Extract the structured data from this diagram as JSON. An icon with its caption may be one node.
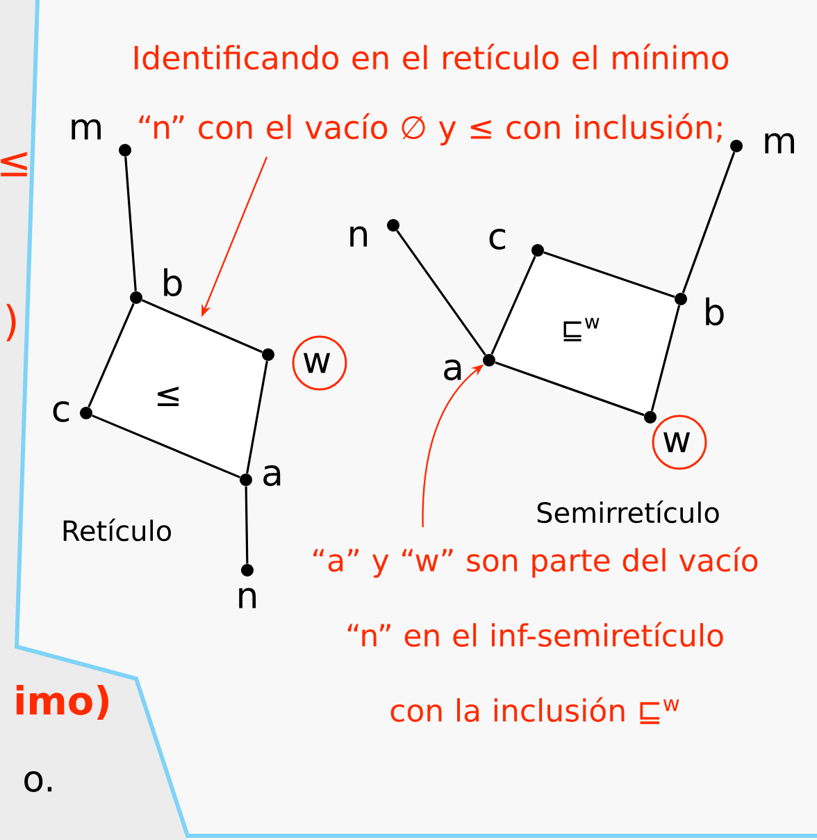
{
  "diagram": {
    "nodes": [
      {
        "text": [
          "Identificando en el retículo el mínimo “n” con el vacío ∅ y ≤ con inclusión;"
        ]
      },
      {
        "text": [
          "“a” y “w” son parte del vacío “n” en el inf-semiretículo con la inclusión ⊑$^{w}$"
        ]
      },
      {
        "text": [
          "m"
        ]
      },
      {
        "text": [
          "b"
        ]
      },
      {
        "text": [
          "w"
        ]
      },
      {
        "text": [
          "c"
        ]
      },
      {
        "text": [
          "a"
        ]
      },
      {
        "text": [
          "n"
        ]
      },
      {
        "text": [
          "n"
        ]
      },
      {
        "text": [
          "c"
        ]
      },
      {
        "text": [
          "m"
        ]
      },
      {
        "text": [
          "b"
        ]
      },
      {
        "text": [
          "a"
        ]
      },
      {
        "text": [
          "w"
        ]
      }
    ],
    "edges": [
      {
        "from": 0,
        "to": null,
        "arrow": "to",
        "color": "#ff2a00"
      },
      {
        "from": 1,
        "to": 12,
        "arrow": "to",
        "color": "#ff2a00"
      },
      {
        "from": 2,
        "to": 3,
        "arrow": "none"
      },
      {
        "from": 3,
        "to": 4,
        "arrow": "none"
      },
      {
        "from": 3,
        "to": 5,
        "arrow": "none"
      },
      {
        "from": 5,
        "to": 6,
        "arrow": "none"
      },
      {
        "from": 4,
        "to": 6,
        "arrow": "none"
      },
      {
        "from": 6,
        "to": 7,
        "arrow": "none"
      },
      {
        "from": 8,
        "to": 12,
        "arrow": "none"
      },
      {
        "from": 12,
        "to": 9,
        "arrow": "none"
      },
      {
        "from": 9,
        "to": 11,
        "arrow": "none"
      },
      {
        "from": 11,
        "to": 10,
        "arrow": "none"
      },
      {
        "from": 12,
        "to": 13,
        "arrow": "none"
      },
      {
        "from": 13,
        "to": 11,
        "arrow": "none"
      }
    ],
    "labels": [
      "≤",
      ")",
      "≤",
      "⊑$^{w}$",
      "Semirretículo",
      "Retículo",
      "imo)",
      "o."
    ]
  }
}
